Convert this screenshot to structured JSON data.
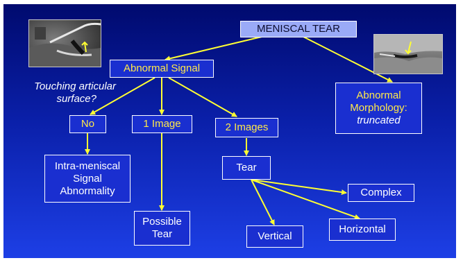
{
  "title": "MENISCAL TEAR",
  "nodes": {
    "abnormal_signal": "Abnormal Signal",
    "abnormal_morphology_line1": "Abnormal",
    "abnormal_morphology_line2": "Morphology:",
    "abnormal_morphology_line3": "truncated",
    "no": "No",
    "one_image": "1 Image",
    "two_images": "2 Images",
    "intra_line1": "Intra-meniscal",
    "intra_line2": "Signal",
    "intra_line3": "Abnormality",
    "possible_line1": "Possible",
    "possible_line2": "Tear",
    "tear": "Tear",
    "complex": "Complex",
    "horizontal": "Horizontal",
    "vertical": "Vertical"
  },
  "question_line1": "Touching articular",
  "question_line2": "surface?",
  "colors": {
    "background_top": "#000a6e",
    "background_bottom": "#1d3fe6",
    "box_fill": "#1a2fd0",
    "title_fill": "#9aaaf7",
    "connector": "#ffff33",
    "label_yellow": "#ffe94a"
  },
  "images": {
    "left": "mri-knee-sagittal-image",
    "right": "mri-knee-coronal-image"
  }
}
